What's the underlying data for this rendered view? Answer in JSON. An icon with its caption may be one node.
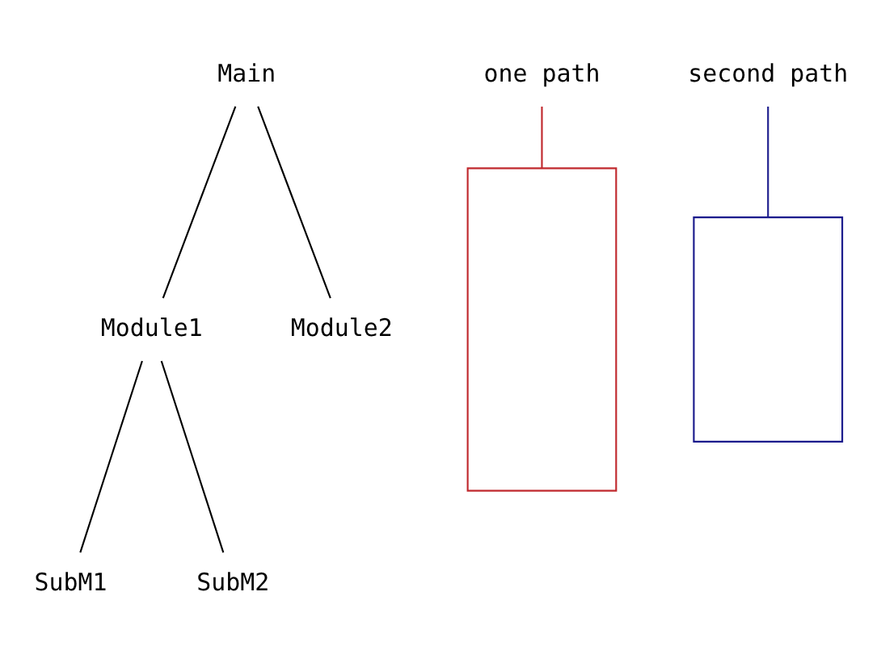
{
  "diagram": {
    "nodes": [
      {
        "text": [
          "Main"
        ]
      },
      {
        "text": [
          "Module1"
        ]
      },
      {
        "text": [
          "Module2"
        ]
      },
      {
        "text": [
          "SubM1"
        ]
      },
      {
        "text": [
          "SubM2"
        ]
      },
      {
        "text": [],
        "shape": "box"
      },
      {
        "text": [],
        "shape": "box"
      },
      {
        "text": [
          "second path"
        ]
      },
      {
        "text": [
          "one path"
        ]
      }
    ],
    "edges": [
      {
        "from": 0,
        "to": 1,
        "arrow": "none"
      },
      {
        "from": 0,
        "to": 2,
        "arrow": "none"
      },
      {
        "from": 1,
        "to": 3,
        "arrow": "none"
      },
      {
        "from": 1,
        "to": 4,
        "arrow": "none"
      },
      {
        "from": 7,
        "to": 6,
        "arrow": "none",
        "color": "#1a1a8c"
      },
      {
        "from": 8,
        "to": 5,
        "arrow": "none",
        "color": "#c0282d"
      }
    ]
  }
}
